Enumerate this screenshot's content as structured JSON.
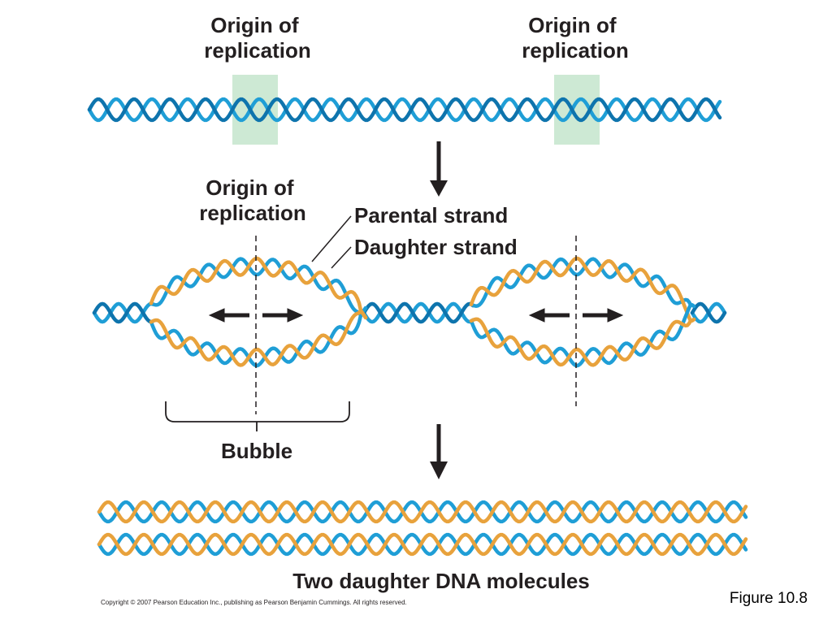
{
  "labels": {
    "origin_top_left": [
      "Origin of",
      "replication"
    ],
    "origin_top_right": [
      "Origin of",
      "replication"
    ],
    "origin_middle": [
      "Origin of",
      "replication"
    ],
    "parental_strand": "Parental strand",
    "daughter_strand": "Daughter strand",
    "bubble": "Bubble",
    "two_daughter": "Two daughter DNA molecules"
  },
  "footer": {
    "copyright": "Copyright © 2007 Pearson Education Inc., publishing as Pearson Benjamin Cummings. All rights reserved.",
    "figure": "Figure 10.8"
  },
  "colors": {
    "parental": "#1f9ed6",
    "parental_dark": "#0e74ad",
    "daughter": "#e8a23c",
    "origin_box": "#cde9d4",
    "ink": "#231f20"
  }
}
